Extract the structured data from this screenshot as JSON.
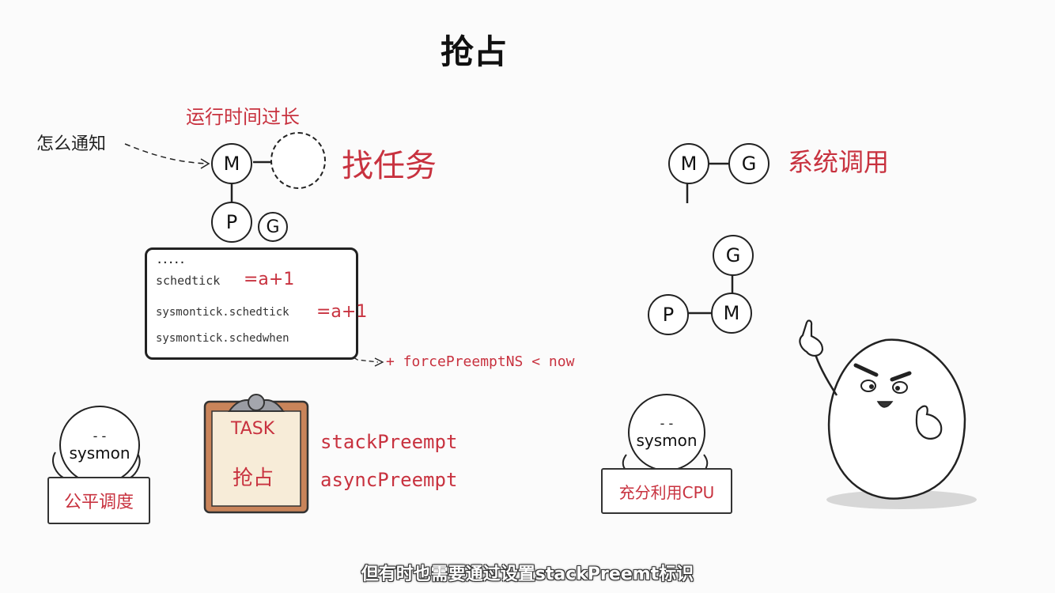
{
  "title": "抢占",
  "left": {
    "runtime_label": "运行时间过长",
    "notify_label": "怎么通知",
    "find_task_label": "找任务",
    "m_node": "M",
    "p_node": "P",
    "g_node": "G",
    "code_block": {
      "ellipsis": ".....",
      "line1": "schedtick",
      "line1_value": "=a+1",
      "line2": "sysmontick.schedtick",
      "line2_value": "=a+1",
      "line3": "sysmontick.schedwhen",
      "condition": "+ forcePreemptNS < now"
    }
  },
  "right": {
    "syscall_label": "系统调用",
    "top_m": "M",
    "top_g": "G",
    "g_node": "G",
    "p_node": "P",
    "m_node": "M"
  },
  "bottom": {
    "sysmon_left": {
      "face": "- -",
      "label": "sysmon",
      "sign": "公平调度"
    },
    "clipboard": {
      "header": "TASK",
      "body": "抢占"
    },
    "preempt_methods": [
      "stackPreempt",
      "asyncPreempt"
    ],
    "sysmon_right": {
      "face": "- -",
      "label": "sysmon",
      "sign": "充分利用CPU"
    }
  },
  "subtitle": "但有时也需要通过设置stackPreemt标识",
  "colors": {
    "accent": "#c8323f",
    "ink": "#222222",
    "clipboard": "#c9845a"
  }
}
